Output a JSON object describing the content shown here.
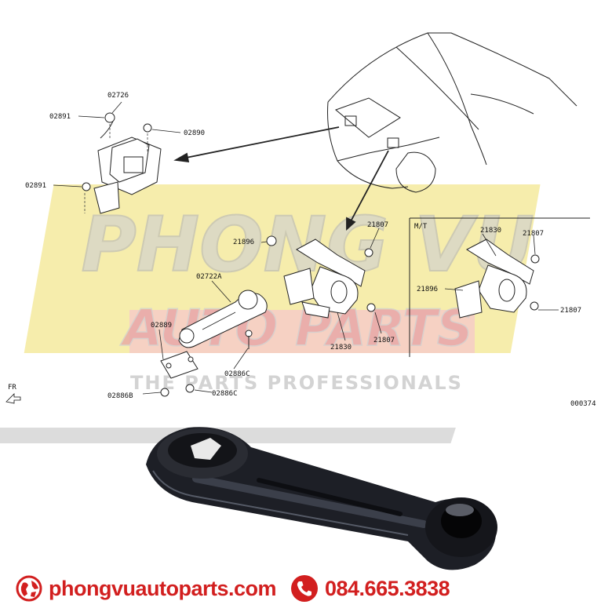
{
  "watermark": {
    "brand_line1": "PHONG VU",
    "brand_line2": "AUTO PARTS",
    "tagline": "THE PARTS PROFESSIONALS"
  },
  "diagram": {
    "section_mt": "M/T",
    "figure_code": "000374",
    "front_marker": "FR",
    "labels": [
      "02726",
      "02891",
      "02890",
      "02891",
      "21807",
      "21896",
      "21830",
      "02722A",
      "02889",
      "21830",
      "21807",
      "02886C",
      "02886B",
      "02886C",
      "21830",
      "21807",
      "21896",
      "21807"
    ]
  },
  "footer": {
    "website": "phongvuautoparts.com",
    "phone": "084.665.3838"
  },
  "colors": {
    "brand_red": "#d21f1f",
    "watermark_yellow": "#f3e79a",
    "watermark_gray": "#c9c9c9"
  },
  "icons": [
    "globe-icon",
    "phone-icon"
  ]
}
